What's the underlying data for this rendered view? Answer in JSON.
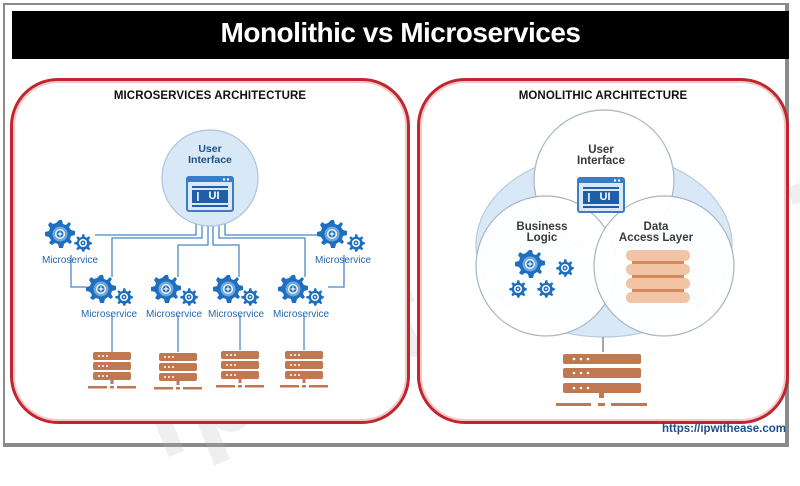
{
  "title": "Monolithic vs Microservices",
  "microservices": {
    "heading": "MICROSERVICES ARCHITECTURE",
    "ui_node": {
      "line1": "User",
      "line2": "Interface",
      "icon_label": "UI"
    },
    "services": [
      {
        "label": "Microservice"
      },
      {
        "label": "Microservice"
      },
      {
        "label": "Microservice"
      },
      {
        "label": "Microservice"
      },
      {
        "label": "Microservice"
      },
      {
        "label": "Microservice"
      }
    ],
    "databases_count": 4
  },
  "monolithic": {
    "heading": "MONOLITHIC ARCHITECTURE",
    "ui_circle": {
      "line1": "User",
      "line2": "Interface",
      "icon_label": "UI"
    },
    "logic_circle": {
      "line1": "Business",
      "line2": "Logic"
    },
    "data_circle": {
      "line1": "Data",
      "line2": "Access Layer"
    }
  },
  "watermark": "ipwithease.com",
  "footer_url": "https://ipwithease.com",
  "colors": {
    "title_bg": "#000000",
    "panel_border": "#c0262d",
    "gear_blue": "#1f6fc0",
    "circle_fill": "#d9e8f6",
    "database_brown": "#c07850",
    "data_layer_peach": "#f0c4a4",
    "url_blue": "#1c4f8c"
  }
}
